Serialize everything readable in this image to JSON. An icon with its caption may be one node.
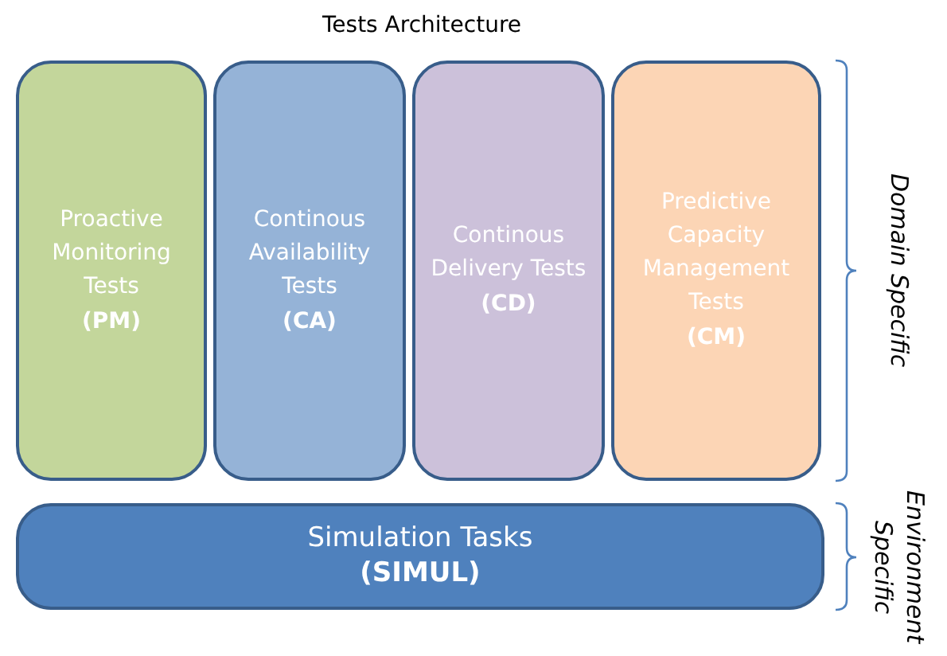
{
  "diagram": {
    "title": "Tests Architecture",
    "nodes": [
      {
        "text": [
          "Proactive Monitoring Tests",
          "(PM)"
        ]
      },
      {
        "text": [
          "Continous Availability Tests",
          "(CA)"
        ]
      },
      {
        "text": [
          "Continous Delivery Tests",
          "(CD)"
        ]
      },
      {
        "text": [
          "Predictive Capacity Management Tests",
          "(CM)"
        ]
      },
      {
        "text": [
          "Simulation Tasks",
          "(SIMUL)"
        ]
      }
    ],
    "labels": [
      "Domain Specific",
      "Environment Specific"
    ]
  }
}
